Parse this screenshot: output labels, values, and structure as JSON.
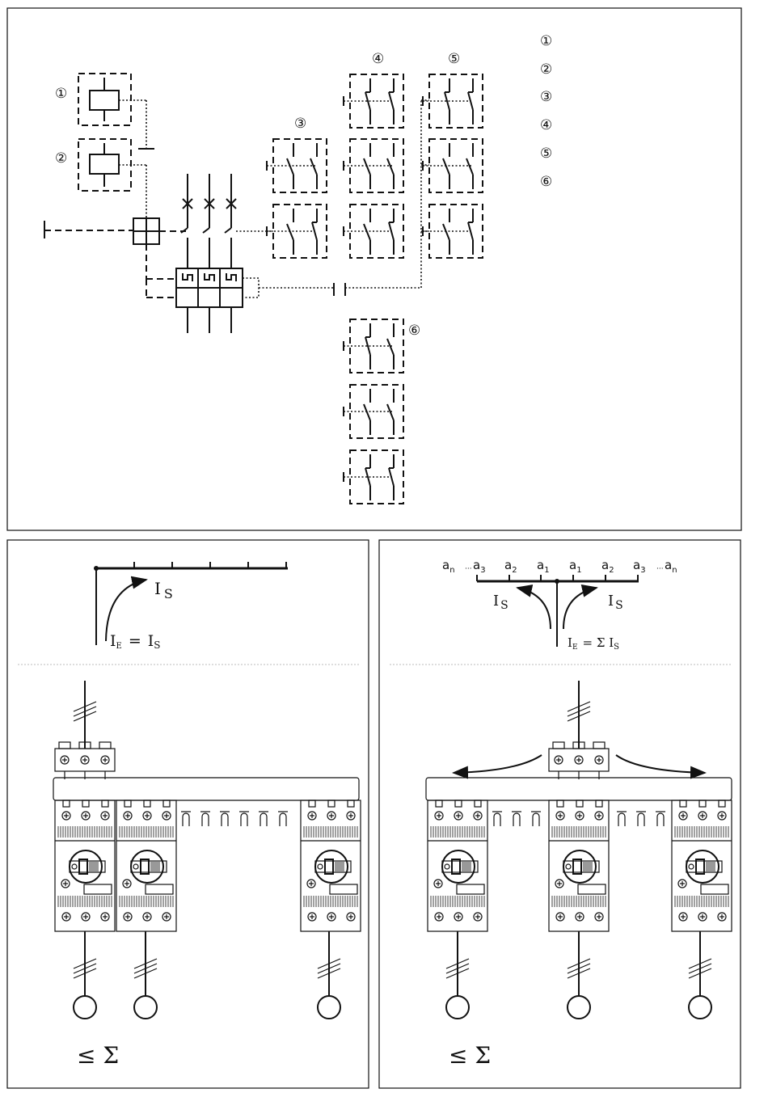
{
  "top_panel": {
    "callouts": [
      "①",
      "②",
      "③",
      "④",
      "⑤",
      "⑥"
    ],
    "legend": [
      "①",
      "②",
      "③",
      "④",
      "⑤",
      "⑥"
    ]
  },
  "left_panel": {
    "current_label": "I",
    "current_sub": "S",
    "equation_left": "I",
    "equation_left_sub": "E",
    "equation_eq": "=",
    "equation_right": "I",
    "equation_right_sub": "S",
    "footer_symbol": "≤ Σ"
  },
  "right_panel": {
    "positions": [
      "a",
      "a",
      "a",
      "a",
      "a",
      "a",
      "a",
      "a"
    ],
    "position_subs": [
      "n",
      "3",
      "2",
      "1",
      "1",
      "2",
      "3",
      "n"
    ],
    "dots": "···",
    "current_label_left": "I",
    "current_label_right": "I",
    "current_sub": "S",
    "equation": "I",
    "equation_sub_e": "E",
    "equation_mid": "= Σ I",
    "equation_sub_s": "S",
    "footer_symbol": "≤ Σ"
  }
}
